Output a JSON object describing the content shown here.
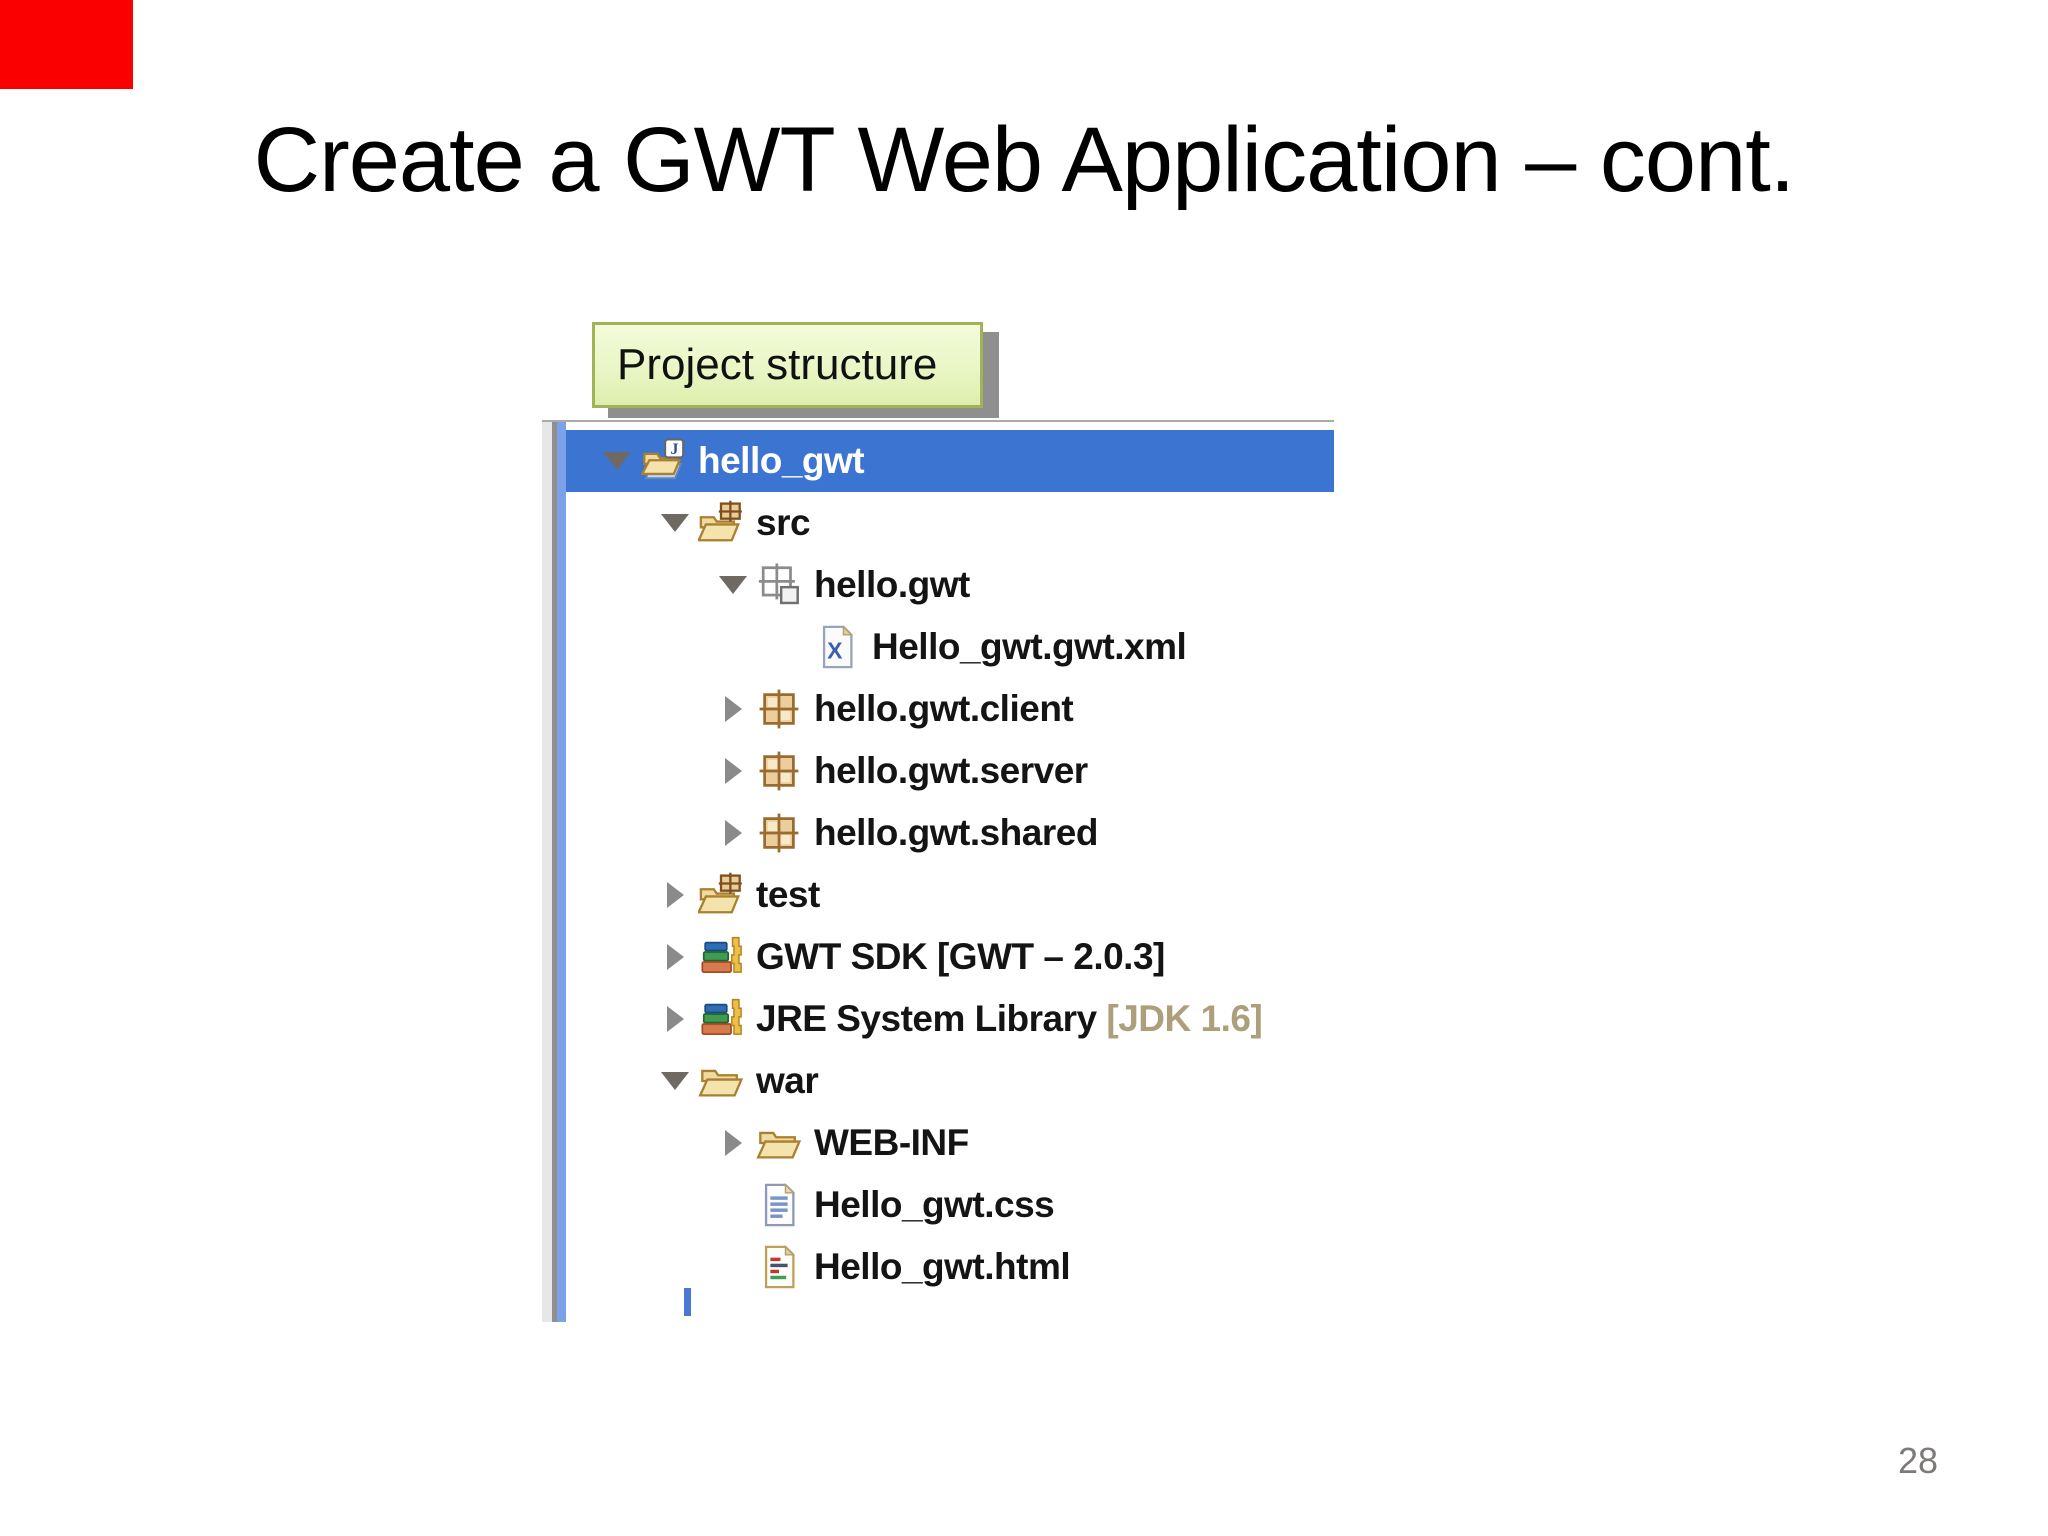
{
  "slide": {
    "title": "Create a GWT Web Application – cont.",
    "page_number": "28",
    "corner_marker_color": "#fb0000",
    "background_color": "#ffffff"
  },
  "callout": {
    "label": "Project structure",
    "border_color": "#a2b259",
    "fill_color": "#eaf6c6",
    "shadow_color": "#868686"
  },
  "tree": {
    "selection_color": "#3b74d1",
    "selected_item": "hello_gwt",
    "suffix_color": "#ad9f7c",
    "items": [
      {
        "label": "hello_gwt",
        "level": 0,
        "state": "expanded",
        "icon": "java-project-icon",
        "selected": true
      },
      {
        "label": "src",
        "level": 1,
        "state": "expanded",
        "icon": "source-folder-icon"
      },
      {
        "label": "hello.gwt",
        "level": 2,
        "state": "expanded",
        "icon": "package-empty-icon"
      },
      {
        "label": "Hello_gwt.gwt.xml",
        "level": 3,
        "state": "none",
        "icon": "xml-file-icon"
      },
      {
        "label": "hello.gwt.client",
        "level": 2,
        "state": "collapsed",
        "icon": "package-icon"
      },
      {
        "label": "hello.gwt.server",
        "level": 2,
        "state": "collapsed",
        "icon": "package-icon"
      },
      {
        "label": "hello.gwt.shared",
        "level": 2,
        "state": "collapsed",
        "icon": "package-icon"
      },
      {
        "label": "test",
        "level": 1,
        "state": "collapsed",
        "icon": "source-folder-icon"
      },
      {
        "label": "GWT SDK [GWT – 2.0.3]",
        "level": 1,
        "state": "collapsed",
        "icon": "library-icon"
      },
      {
        "label": "JRE System Library",
        "suffix": " [JDK 1.6]",
        "level": 1,
        "state": "collapsed",
        "icon": "library-icon"
      },
      {
        "label": "war",
        "level": 1,
        "state": "expanded",
        "icon": "folder-icon"
      },
      {
        "label": "WEB-INF",
        "level": 2,
        "state": "collapsed",
        "icon": "folder-icon"
      },
      {
        "label": "Hello_gwt.css",
        "level": 2,
        "state": "none",
        "icon": "css-file-icon"
      },
      {
        "label": "Hello_gwt.html",
        "level": 2,
        "state": "none",
        "icon": "html-file-icon"
      }
    ]
  }
}
